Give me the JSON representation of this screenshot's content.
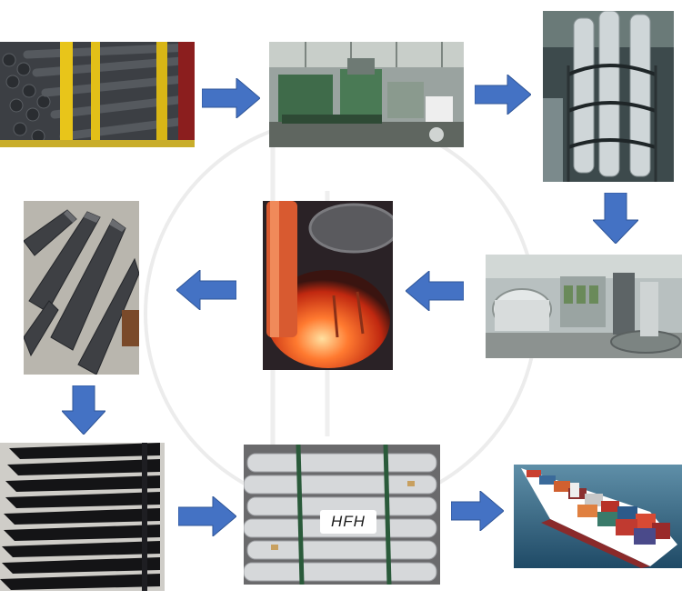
{
  "process": {
    "steps": [
      {
        "id": "raw-steel-bars",
        "icon": "steel-bars-photo"
      },
      {
        "id": "machining",
        "icon": "milling-machine-photo"
      },
      {
        "id": "loading-fixtures",
        "icon": "fixtures-photo"
      },
      {
        "id": "heat-treatment-furnaces",
        "icon": "furnace-plant-photo"
      },
      {
        "id": "quenching",
        "icon": "glowing-furnace-photo"
      },
      {
        "id": "finished-tips",
        "icon": "chisel-tips-photo"
      },
      {
        "id": "painted-chisels",
        "icon": "black-chisels-photo"
      },
      {
        "id": "packaging",
        "icon": "wrapped-chisels-photo"
      },
      {
        "id": "shipping",
        "icon": "container-ship-photo"
      }
    ],
    "arrow_color": "#4472c4"
  },
  "packaging": {
    "label": "HFH"
  }
}
